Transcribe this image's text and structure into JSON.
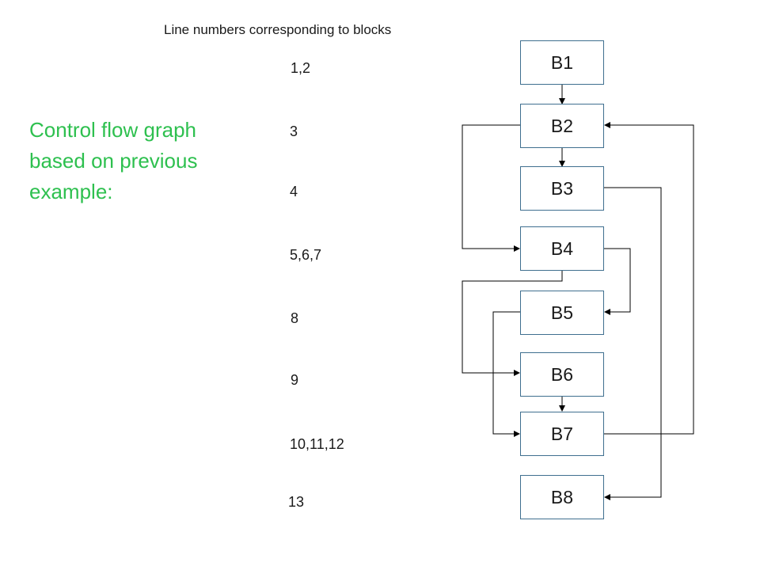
{
  "header": "Line numbers corresponding to blocks",
  "caption": "Control flow graph based on previous example:",
  "line_numbers": [
    "1,2",
    "3",
    "4",
    "5,6,7",
    "8",
    "9",
    "10,11,12",
    "13"
  ],
  "blocks": [
    "B1",
    "B2",
    "B3",
    "B4",
    "B5",
    "B6",
    "B7",
    "B8"
  ],
  "edges": [
    {
      "from": "B1",
      "to": "B2"
    },
    {
      "from": "B2",
      "to": "B3"
    },
    {
      "from": "B2",
      "to": "B4"
    },
    {
      "from": "B3",
      "to": "B8"
    },
    {
      "from": "B4",
      "to": "B5"
    },
    {
      "from": "B4",
      "to": "B6"
    },
    {
      "from": "B5",
      "to": "B7"
    },
    {
      "from": "B6",
      "to": "B7"
    },
    {
      "from": "B7",
      "to": "B2"
    }
  ]
}
